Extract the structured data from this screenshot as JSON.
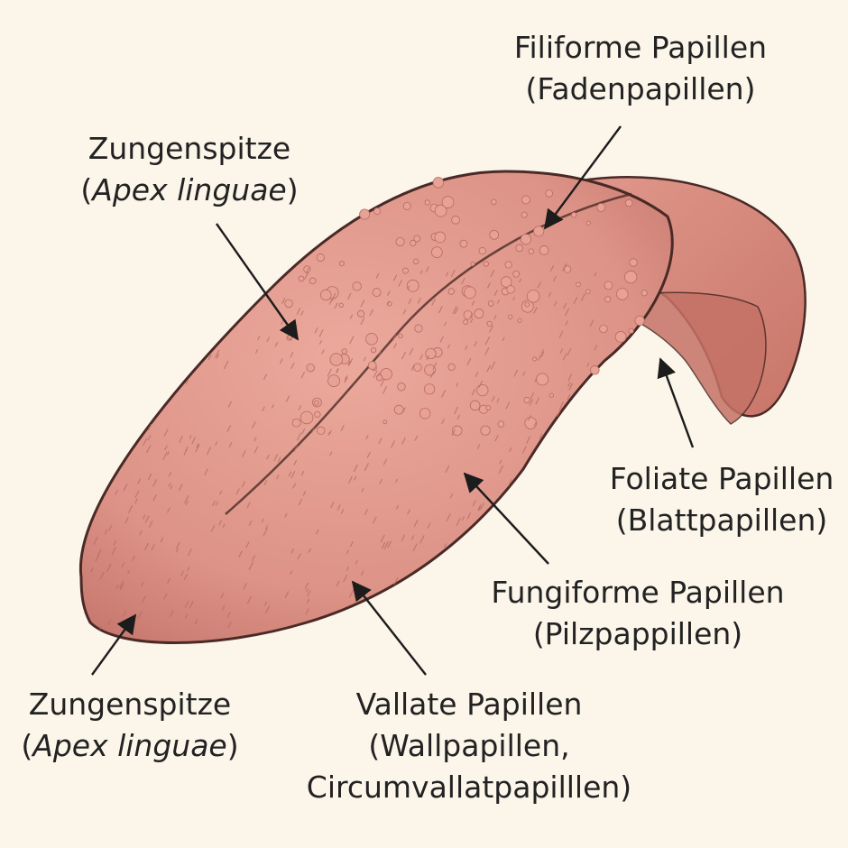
{
  "colors": {
    "background": "#fbf5ea",
    "tongue_fill": "#dd9387",
    "tongue_highlight": "#eba99c",
    "tongue_shadow": "#c97a70",
    "outline": "#4a2a26",
    "papilla_fill": "#e7a295",
    "arrow": "#1c1c1c"
  },
  "labels": {
    "filiform": {
      "line1": "Filiforme Papillen",
      "line2": "(Fadenpapillen)"
    },
    "apex_top": {
      "line1": "Zungenspitze",
      "open": "(",
      "latin": "Apex linguae",
      "close": ")"
    },
    "foliate": {
      "line1": "Foliate Papillen",
      "line2": "(Blattpapillen)"
    },
    "fungiform": {
      "line1": "Fungiforme Papillen",
      "line2": "(Pilzpappillen)"
    },
    "apex_bottom": {
      "line1": "Zungenspitze",
      "open": "(",
      "latin": "Apex linguae",
      "close": ")"
    },
    "vallate": {
      "line1": "Vallate Papillen",
      "line2": "(Wallpapillen,",
      "line3": "Circumvallatpapilllen)"
    }
  }
}
